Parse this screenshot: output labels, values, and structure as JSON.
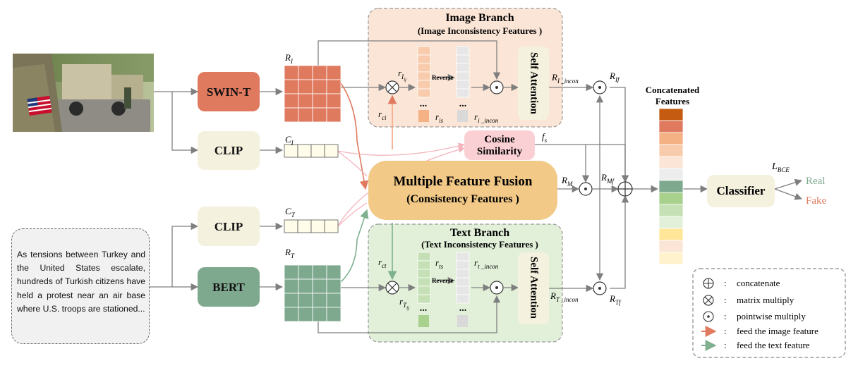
{
  "news_text": "As tensions between Turkey and the United States escalate, hundreds of Turkish citizens have held a protest near an air base where U.S. troops are stationed...",
  "encoders": {
    "swin": "SWIN-T",
    "clip_image": "CLIP",
    "clip_text": "CLIP",
    "bert": "BERT"
  },
  "symbols": {
    "R_I": {
      "base": "R",
      "sub": "I"
    },
    "C_I": {
      "base": "C",
      "sub": "I"
    },
    "C_T": {
      "base": "C",
      "sub": "T"
    },
    "R_T": {
      "base": "R",
      "sub": "T"
    },
    "r_ci": {
      "base": "r",
      "sub": "ci"
    },
    "r_Iij": {
      "base": "r",
      "sub": "I",
      "subsub": "ij"
    },
    "r_is": {
      "base": "r",
      "sub": "is"
    },
    "r_i_incon": {
      "base": "r",
      "sub": "i _incon"
    },
    "R_I_incon": {
      "base": "R",
      "sub": "I _incon"
    },
    "R_If": {
      "base": "R",
      "sub": "If"
    },
    "r_ct": {
      "base": "r",
      "sub": "ct"
    },
    "r_Tij": {
      "base": "r",
      "sub": "T",
      "subsub": "ij"
    },
    "r_ts": {
      "base": "r",
      "sub": "ts"
    },
    "r_t_incon": {
      "base": "r",
      "sub": "t _incon"
    },
    "R_T_incon": {
      "base": "R",
      "sub": "T _incon"
    },
    "R_Tf": {
      "base": "R",
      "sub": "Tf"
    },
    "f_s": {
      "base": "f",
      "sub": "s"
    },
    "R_M": {
      "base": "R",
      "sub": "M"
    },
    "R_Mf": {
      "base": "R",
      "sub": "Mf"
    },
    "L_BCE": {
      "base": "L",
      "sub": "BCE"
    }
  },
  "image_branch": {
    "title": "Image Branch",
    "subtitle": "(Image Inconsistency Features )",
    "reverse": "Reverse",
    "self_attention": "Self Attention",
    "dots": "..."
  },
  "text_branch": {
    "title": "Text Branch",
    "subtitle": "(Text Inconsistency Features )",
    "reverse": "Reverse",
    "self_attention": "Self Attention",
    "dots": "..."
  },
  "cosine": {
    "line1": "Cosine",
    "line2": "Similarity"
  },
  "fusion": {
    "title": "Multiple Feature Fusion",
    "subtitle": "(Consistency Features )"
  },
  "concat": {
    "title_line1": "Concatenated",
    "title_line2": "Features",
    "colors": [
      "#c55a11",
      "#e07a5f",
      "#f4b183",
      "#f8cbad",
      "#fbe5d6",
      "#ededed",
      "#7fa98f",
      "#a9d18e",
      "#c5e0b4",
      "#e2f0d9",
      "#ffe699",
      "#fbe5d6",
      "#fff2cc"
    ]
  },
  "classifier": {
    "label": "Classifier",
    "real": "Real",
    "fake": "Fake"
  },
  "legend": {
    "concatenate": "concatenate",
    "matrix_multiply": "matrix multiply",
    "pointwise_multiply": "pointwise multiply",
    "feed_image": "feed the image feature",
    "feed_text": "feed the text feature",
    "sep": ":"
  },
  "colors": {
    "swin": "#e07a5f",
    "bert": "#7fa98f",
    "clip": "#f4f1de",
    "image_branch_bg": "#fbe5d6",
    "text_branch_bg": "#e2f0d9",
    "fusion": "#f2c987",
    "cosine": "#fbd0d4",
    "real": "#7fa98f",
    "fake": "#e07a5f",
    "image_arrow": "#e07a5f",
    "text_arrow": "#7fb08f"
  }
}
